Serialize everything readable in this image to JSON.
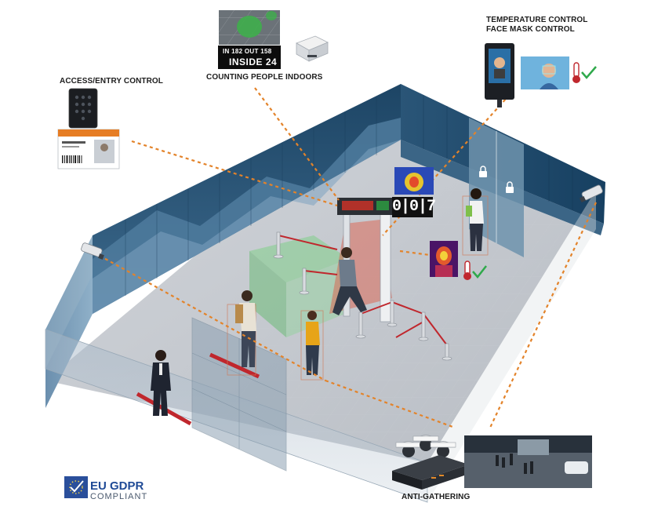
{
  "labels": {
    "access": "ACCESS/ENTRY CONTROL",
    "counting": "COUNTING PEOPLE INDOORS",
    "temperature": "TEMPERATURE CONTROL",
    "mask": "FACE MASK CONTROL",
    "anti_gathering": "ANTI-GATHERING"
  },
  "counter": {
    "in_out": "IN 182  OUT 158",
    "inside": "INSIDE  24"
  },
  "occupancy_display": "0|0|7",
  "gdpr": {
    "line1": "EU GDPR",
    "line2": "COMPLIANT"
  },
  "colors": {
    "wall_dark": "#1e4767",
    "wall_mid": "#5f87a7",
    "floor": "#c5c9cf",
    "connector": "#e3832a",
    "check": "#2fa94b",
    "gdpr_blue": "#2a4f9b"
  },
  "icons": [
    "keypad-reader-icon",
    "id-badge-icon",
    "people-counter-sensor-icon",
    "thermal-tablet-icon",
    "thermometer-icon",
    "checkmark-icon",
    "lock-icon",
    "cctv-camera-icon",
    "dome-camera-icon",
    "nvr-recorder-icon",
    "gdpr-stars-icon"
  ]
}
